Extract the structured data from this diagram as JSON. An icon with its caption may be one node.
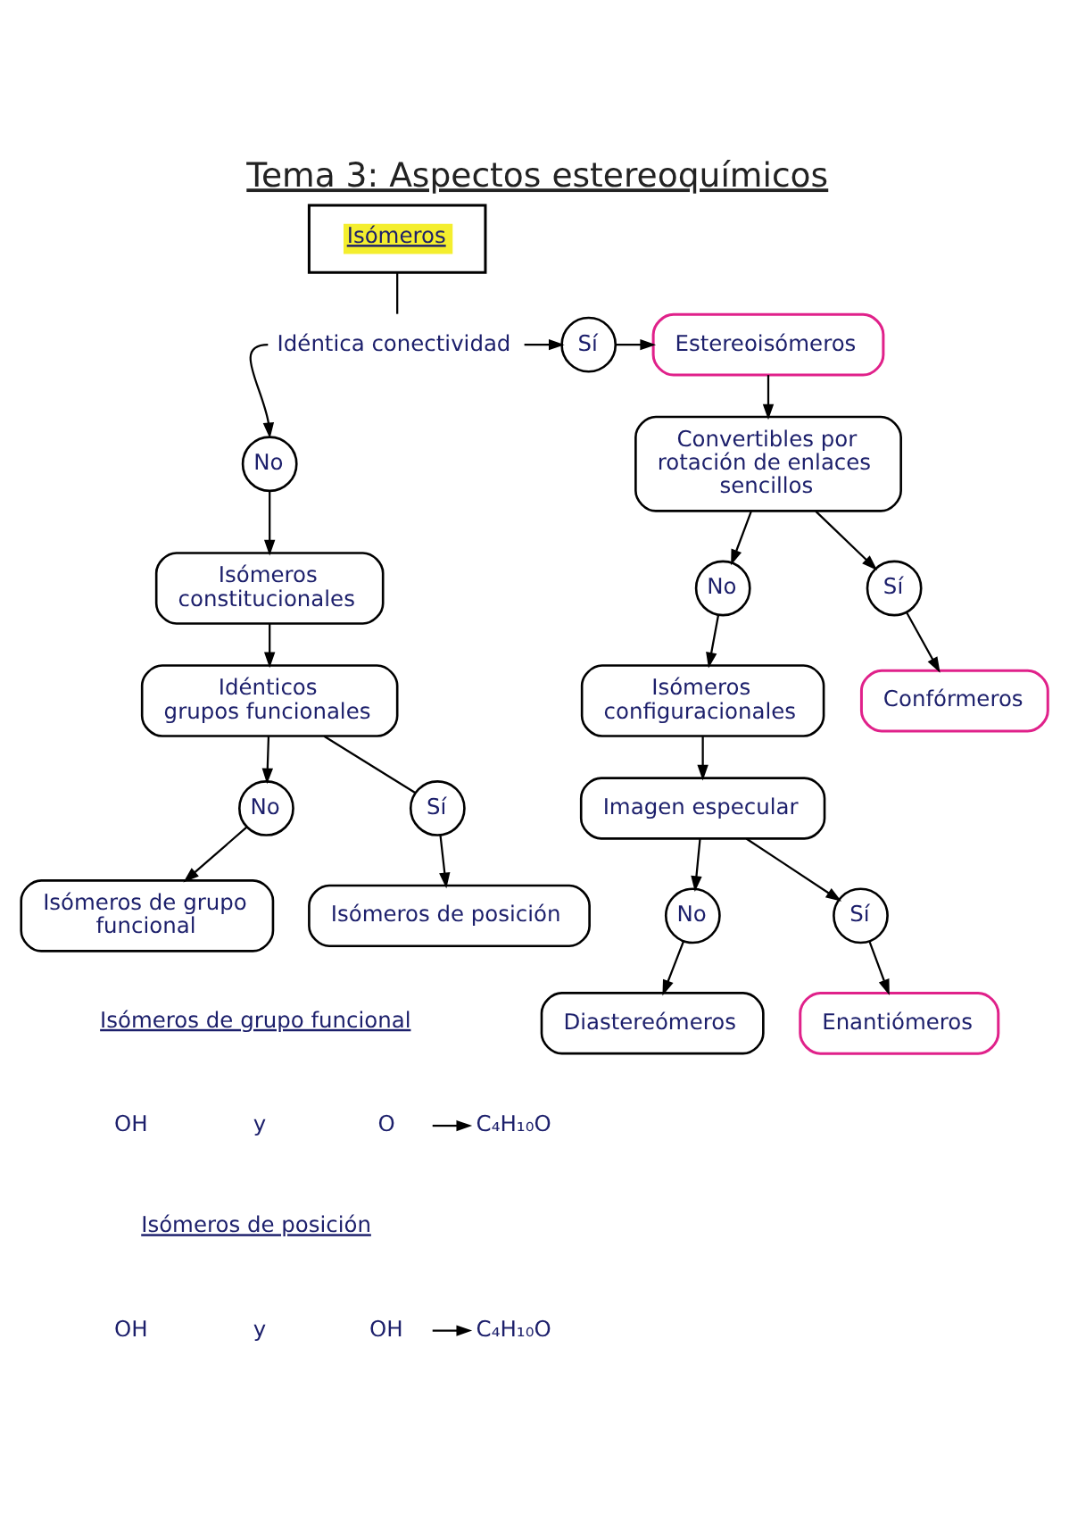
{
  "diagram": {
    "title": "Tema 3: Aspectos estereoquímicos",
    "nodes": [
      {
        "text": [
          "Isómeros"
        ]
      },
      {
        "text": [
          "Idéntica conectividad"
        ]
      },
      {
        "text": [
          "No"
        ]
      },
      {
        "text": [
          "Sí"
        ]
      },
      {
        "text": [
          "Estereoisómeros"
        ]
      },
      {
        "text": [
          "Isómeros constitucionales"
        ]
      },
      {
        "text": [
          "Convertibles por rotación de enlaces sencillos"
        ]
      },
      {
        "text": [
          "No"
        ]
      },
      {
        "text": [
          "Sí"
        ]
      },
      {
        "text": [
          "Idénticos grupos funcionales"
        ]
      },
      {
        "text": [
          "Confórmeros"
        ]
      },
      {
        "text": [
          "Isómeros configuracionales"
        ]
      },
      {
        "text": [
          "Imagen especular"
        ]
      },
      {
        "text": [
          "No"
        ]
      },
      {
        "text": [
          "Sí"
        ]
      },
      {
        "text": [
          "Enantiómeros"
        ]
      },
      {
        "text": [
          "Diastereómeros"
        ]
      },
      {
        "text": [
          "No"
        ]
      },
      {
        "text": [
          "Sí"
        ]
      },
      {
        "text": [
          "Isómeros de grupo funcional"
        ]
      },
      {
        "text": [
          "Isómeros de posición"
        ]
      },
      {
        "text": [
          "O"
        ]
      },
      {
        "text": [
          "C₄H₁₀O"
        ]
      },
      {
        "text": [
          "OH"
        ]
      },
      {
        "text": [
          "C₄H₁₀O"
        ]
      }
    ],
    "edges": [
      {
        "from": 0,
        "to": 1,
        "arrow": "none"
      },
      {
        "from": 1,
        "to": 2,
        "arrow": "to"
      },
      {
        "from": 1,
        "to": 3,
        "arrow": "to"
      },
      {
        "from": 3,
        "to": 4,
        "arrow": "to"
      },
      {
        "from": 2,
        "to": 5,
        "arrow": "to"
      },
      {
        "from": 4,
        "to": 6,
        "arrow": "to"
      },
      {
        "from": 6,
        "to": 7,
        "arrow": "to"
      },
      {
        "from": 6,
        "to": 8,
        "arrow": "to"
      },
      {
        "from": 8,
        "to": 10,
        "arrow": "to"
      },
      {
        "from": 7,
        "to": 11,
        "arrow": "to"
      },
      {
        "from": 11,
        "to": 12,
        "arrow": "to"
      },
      {
        "from": 12,
        "to": 13,
        "arrow": "to"
      },
      {
        "from": 12,
        "to": 14,
        "arrow": "to"
      },
      {
        "from": 14,
        "to": 15,
        "arrow": "to"
      },
      {
        "from": 13,
        "to": 16,
        "arrow": "to"
      },
      {
        "from": 5,
        "to": 9,
        "arrow": "to"
      },
      {
        "from": 9,
        "to": 17,
        "arrow": "to"
      },
      {
        "from": 9,
        "to": 18,
        "arrow": "none"
      },
      {
        "from": 17,
        "to": 19,
        "arrow": "to"
      },
      {
        "from": 18,
        "to": 20,
        "arrow": "to"
      },
      {
        "from": 21,
        "to": 22,
        "arrow": "to"
      },
      {
        "from": 23,
        "to": 24,
        "arrow": "to"
      }
    ],
    "labels": [
      "Isómeros de grupo funcional",
      "OH",
      "y",
      "Isómeros de posición",
      "OH",
      "y"
    ]
  }
}
